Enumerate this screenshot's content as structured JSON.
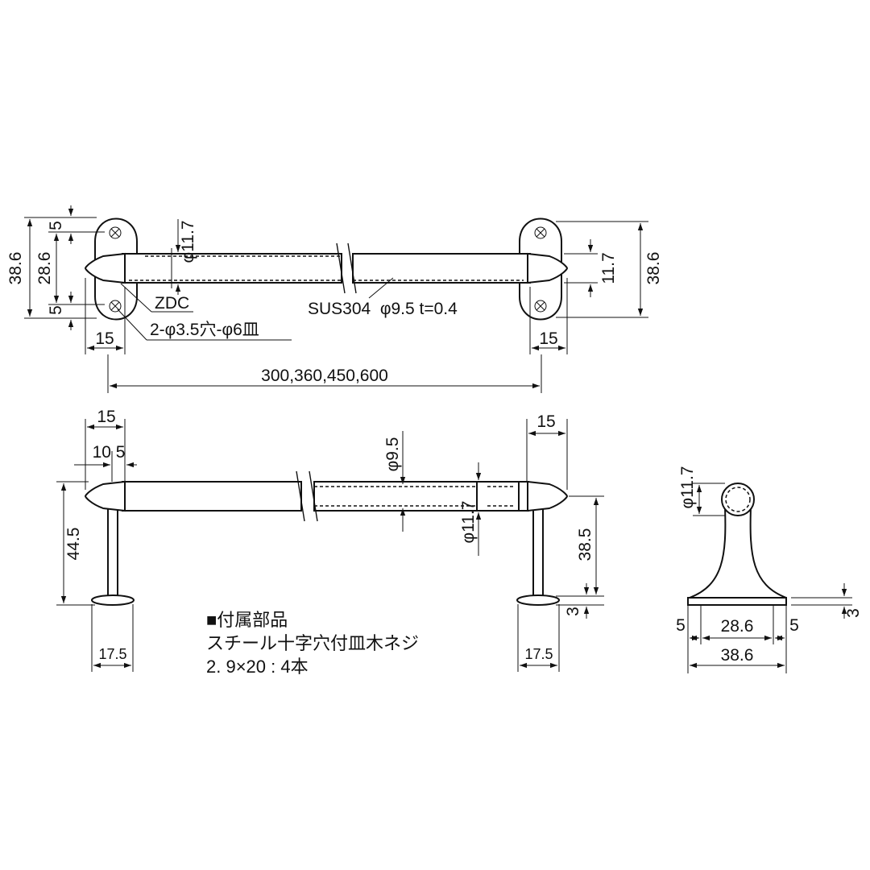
{
  "top_view": {
    "dims": {
      "top_margin": "5",
      "inner_height": "28.6",
      "overall_height": "38.6",
      "bottom_margin": "5",
      "left_end": "15",
      "right_end": "15",
      "tube_outer_dia": "φ11.7",
      "right_inner": "11.7",
      "right_overall": "38.6",
      "length": "300,360,450,600"
    },
    "labels": {
      "bracket_material": "ZDC",
      "holes": "2-φ3.5穴-φ6皿",
      "tube_material": "SUS304  φ9.5 t=0.4"
    }
  },
  "front_view": {
    "dims": {
      "left_overall": "15",
      "left_split": "10 5",
      "right_overall": "15",
      "height": "44.5",
      "tube_inner_dia": "φ9.5",
      "tube_outer_dia": "φ11.7",
      "right_height": "38.5",
      "base_thickness": "3",
      "left_base": "17.5",
      "right_base": "17.5"
    }
  },
  "side_view": {
    "dims": {
      "tube_dia": "φ11.7",
      "base_thickness": "3",
      "left_margin": "5",
      "inner": "28.6",
      "right_margin": "5",
      "overall": "38.6"
    }
  },
  "accessories": {
    "heading": "■付属部品",
    "item": "スチール十字穴付皿木ネジ",
    "spec": "2. 9×20 : 4本"
  }
}
